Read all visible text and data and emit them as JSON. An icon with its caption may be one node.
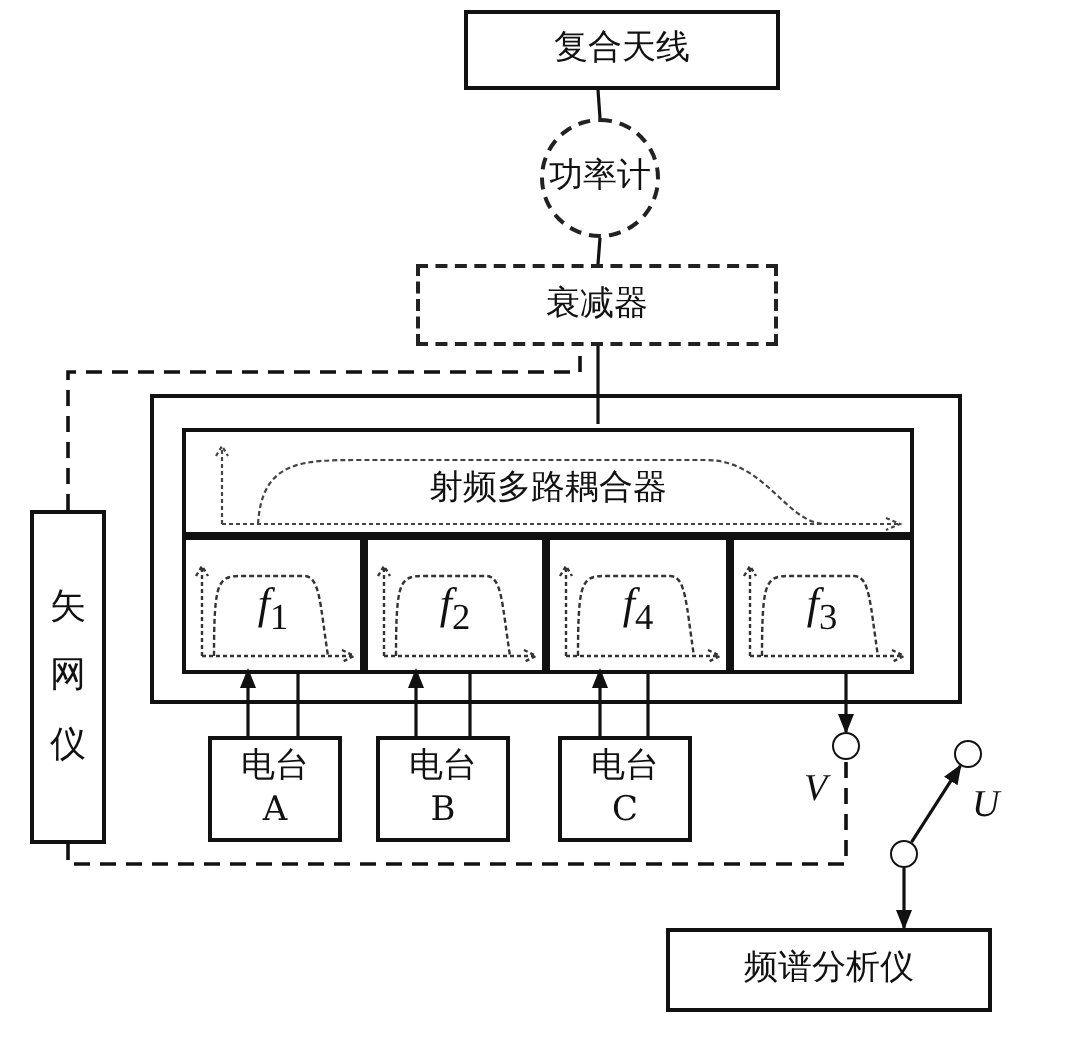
{
  "diagram": {
    "nodes": [
      {
        "text": [
          "复合天线"
        ]
      },
      {
        "text": [
          "功率计"
        ]
      },
      {
        "text": [
          "衰减器"
        ]
      },
      {
        "text": [],
        "shape": "box"
      },
      {
        "text": [
          "射频多路耦合器"
        ],
        "in": 3
      },
      {
        "text": [
          "*f*$_{1}$"
        ],
        "in": 3
      },
      {
        "text": [
          "*f*$_{2}$"
        ],
        "in": 3
      },
      {
        "text": [
          "*f*$_{4}$"
        ],
        "in": 3
      },
      {
        "text": [
          "*f*$_{3}$"
        ],
        "in": 3
      },
      {
        "text": [
          "矢网仪"
        ]
      },
      {
        "text": [
          "电台",
          "A"
        ]
      },
      {
        "text": [
          "电台",
          "B"
        ]
      },
      {
        "text": [
          "电台",
          "C"
        ]
      },
      {
        "text": [],
        "shape": "circle",
        "beside": [
          "V"
        ]
      },
      {
        "text": [],
        "shape": "circle",
        "beside": [
          "U"
        ]
      },
      {
        "text": [],
        "shape": "circle"
      },
      {
        "text": [
          "频谱分析仪"
        ]
      }
    ],
    "edges": [
      {
        "from": 0,
        "to": 1,
        "arrow": "none"
      },
      {
        "from": 1,
        "to": 2,
        "arrow": "none"
      },
      {
        "from": 2,
        "to": 4,
        "arrow": "none"
      },
      {
        "from": 9,
        "to": 2,
        "arrow": "none",
        "style": "dashed"
      },
      {
        "from": 9,
        "to": 13,
        "arrow": "none",
        "style": "dashed"
      },
      {
        "from": 10,
        "to": 5,
        "arrow": "to"
      },
      {
        "from": 5,
        "to": 10,
        "arrow": "none"
      },
      {
        "from": 11,
        "to": 6,
        "arrow": "to"
      },
      {
        "from": 6,
        "to": 11,
        "arrow": "none"
      },
      {
        "from": 12,
        "to": 7,
        "arrow": "to"
      },
      {
        "from": 7,
        "to": 12,
        "arrow": "none"
      },
      {
        "from": 8,
        "to": 13,
        "arrow": "to"
      },
      {
        "from": 15,
        "to": 14,
        "arrow": "to"
      },
      {
        "from": 15,
        "to": 16,
        "arrow": "to"
      }
    ]
  }
}
